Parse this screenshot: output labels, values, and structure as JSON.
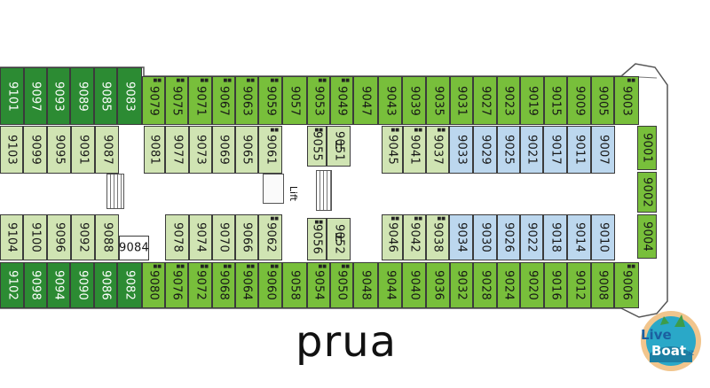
{
  "deck": {
    "bow_label": "prua",
    "lift_label": "Lift",
    "watermark": "LiveBoat.it",
    "colors": {
      "outer_aft": "#2c8b33",
      "outer_cabin": "#78bf3b",
      "inner_cabin": "#d0e4b3",
      "suite_cabin": "#bcd7ee"
    },
    "cabins": [
      {
        "number": "9101",
        "row": "top",
        "style": "dark"
      },
      {
        "number": "9097",
        "row": "top",
        "style": "dark"
      },
      {
        "number": "9093",
        "row": "top",
        "style": "dark"
      },
      {
        "number": "9089",
        "row": "top",
        "style": "dark"
      },
      {
        "number": "9085",
        "row": "top",
        "style": "dark"
      },
      {
        "number": "9083",
        "row": "top",
        "style": "dark"
      },
      {
        "number": "9079",
        "row": "top",
        "style": "mid",
        "marks": 2
      },
      {
        "number": "9075",
        "row": "top",
        "style": "mid",
        "marks": 2
      },
      {
        "number": "9071",
        "row": "top",
        "style": "mid",
        "marks": 2
      },
      {
        "number": "9067",
        "row": "top",
        "style": "mid",
        "marks": 2
      },
      {
        "number": "9063",
        "row": "top",
        "style": "mid",
        "marks": 2
      },
      {
        "number": "9059",
        "row": "top",
        "style": "mid",
        "marks": 2
      },
      {
        "number": "9057",
        "row": "top",
        "style": "mid"
      },
      {
        "number": "9053",
        "row": "top",
        "style": "mid",
        "marks": 2
      },
      {
        "number": "9049",
        "row": "top",
        "style": "mid",
        "marks": 2
      },
      {
        "number": "9047",
        "row": "top",
        "style": "mid"
      },
      {
        "number": "9043",
        "row": "top",
        "style": "mid"
      },
      {
        "number": "9039",
        "row": "top",
        "style": "mid"
      },
      {
        "number": "9035",
        "row": "top",
        "style": "mid"
      },
      {
        "number": "9031",
        "row": "top",
        "style": "mid"
      },
      {
        "number": "9027",
        "row": "top",
        "style": "mid"
      },
      {
        "number": "9023",
        "row": "top",
        "style": "mid"
      },
      {
        "number": "9019",
        "row": "top",
        "style": "mid"
      },
      {
        "number": "9015",
        "row": "top",
        "style": "mid"
      },
      {
        "number": "9009",
        "row": "top",
        "style": "mid"
      },
      {
        "number": "9005",
        "row": "top",
        "style": "mid"
      },
      {
        "number": "9003",
        "row": "top",
        "style": "mid",
        "marks": 2
      },
      {
        "number": "9103",
        "row": "inner_top",
        "style": "light"
      },
      {
        "number": "9099",
        "row": "inner_top",
        "style": "light"
      },
      {
        "number": "9095",
        "row": "inner_top",
        "style": "light"
      },
      {
        "number": "9091",
        "row": "inner_top",
        "style": "light"
      },
      {
        "number": "9087",
        "row": "inner_top",
        "style": "light"
      },
      {
        "number": "9081",
        "row": "inner_top",
        "style": "light"
      },
      {
        "number": "9077",
        "row": "inner_top",
        "style": "light"
      },
      {
        "number": "9073",
        "row": "inner_top",
        "style": "light"
      },
      {
        "number": "9069",
        "row": "inner_top",
        "style": "light"
      },
      {
        "number": "9065",
        "row": "inner_top",
        "style": "light"
      },
      {
        "number": "9061",
        "row": "inner_top",
        "style": "light",
        "marks": 2
      },
      {
        "number": "9055",
        "row": "inner_top",
        "style": "light",
        "marks": 2
      },
      {
        "number": "9051",
        "row": "inner_top",
        "style": "light",
        "h": "H"
      },
      {
        "number": "9045",
        "row": "inner_top",
        "style": "light",
        "marks": 2
      },
      {
        "number": "9041",
        "row": "inner_top",
        "style": "light",
        "marks": 2
      },
      {
        "number": "9037",
        "row": "inner_top",
        "style": "light",
        "marks": 2
      },
      {
        "number": "9033",
        "row": "inner_top",
        "style": "blue"
      },
      {
        "number": "9029",
        "row": "inner_top",
        "style": "blue"
      },
      {
        "number": "9025",
        "row": "inner_top",
        "style": "blue"
      },
      {
        "number": "9021",
        "row": "inner_top",
        "style": "blue"
      },
      {
        "number": "9017",
        "row": "inner_top",
        "style": "blue"
      },
      {
        "number": "9011",
        "row": "inner_top",
        "style": "blue"
      },
      {
        "number": "9007",
        "row": "inner_top",
        "style": "blue"
      },
      {
        "number": "9104",
        "row": "inner_bottom",
        "style": "light"
      },
      {
        "number": "9100",
        "row": "inner_bottom",
        "style": "light"
      },
      {
        "number": "9096",
        "row": "inner_bottom",
        "style": "light"
      },
      {
        "number": "9092",
        "row": "inner_bottom",
        "style": "light"
      },
      {
        "number": "9088",
        "row": "inner_bottom",
        "style": "light"
      },
      {
        "number": "9084",
        "row": "inner_bottom",
        "style": "white",
        "horizontal": true
      },
      {
        "number": "9078",
        "row": "inner_bottom",
        "style": "light"
      },
      {
        "number": "9074",
        "row": "inner_bottom",
        "style": "light"
      },
      {
        "number": "9070",
        "row": "inner_bottom",
        "style": "light"
      },
      {
        "number": "9066",
        "row": "inner_bottom",
        "style": "light"
      },
      {
        "number": "9062",
        "row": "inner_bottom",
        "style": "light",
        "marks": 2
      },
      {
        "number": "9056",
        "row": "inner_bottom",
        "style": "light",
        "marks": 2
      },
      {
        "number": "9052",
        "row": "inner_bottom",
        "style": "light",
        "h": "H"
      },
      {
        "number": "9046",
        "row": "inner_bottom",
        "style": "light",
        "marks": 2
      },
      {
        "number": "9042",
        "row": "inner_bottom",
        "style": "light",
        "marks": 2
      },
      {
        "number": "9038",
        "row": "inner_bottom",
        "style": "light",
        "marks": 2
      },
      {
        "number": "9034",
        "row": "inner_bottom",
        "style": "blue"
      },
      {
        "number": "9030",
        "row": "inner_bottom",
        "style": "blue"
      },
      {
        "number": "9026",
        "row": "inner_bottom",
        "style": "blue"
      },
      {
        "number": "9022",
        "row": "inner_bottom",
        "style": "blue"
      },
      {
        "number": "9018",
        "row": "inner_bottom",
        "style": "blue"
      },
      {
        "number": "9014",
        "row": "inner_bottom",
        "style": "blue"
      },
      {
        "number": "9010",
        "row": "inner_bottom",
        "style": "blue"
      },
      {
        "number": "9102",
        "row": "bottom",
        "style": "dark"
      },
      {
        "number": "9098",
        "row": "bottom",
        "style": "dark"
      },
      {
        "number": "9094",
        "row": "bottom",
        "style": "dark"
      },
      {
        "number": "9090",
        "row": "bottom",
        "style": "dark"
      },
      {
        "number": "9086",
        "row": "bottom",
        "style": "dark"
      },
      {
        "number": "9082",
        "row": "bottom",
        "style": "dark"
      },
      {
        "number": "9080",
        "row": "bottom",
        "style": "mid",
        "marks": 2
      },
      {
        "number": "9076",
        "row": "bottom",
        "style": "mid",
        "marks": 2
      },
      {
        "number": "9072",
        "row": "bottom",
        "style": "mid",
        "marks": 2
      },
      {
        "number": "9068",
        "row": "bottom",
        "style": "mid",
        "marks": 2
      },
      {
        "number": "9064",
        "row": "bottom",
        "style": "mid",
        "marks": 2
      },
      {
        "number": "9060",
        "row": "bottom",
        "style": "mid",
        "marks": 2
      },
      {
        "number": "9058",
        "row": "bottom",
        "style": "mid"
      },
      {
        "number": "9054",
        "row": "bottom",
        "style": "mid",
        "marks": 2
      },
      {
        "number": "9050",
        "row": "bottom",
        "style": "mid",
        "marks": 2
      },
      {
        "number": "9048",
        "row": "bottom",
        "style": "mid"
      },
      {
        "number": "9044",
        "row": "bottom",
        "style": "mid"
      },
      {
        "number": "9040",
        "row": "bottom",
        "style": "mid"
      },
      {
        "number": "9036",
        "row": "bottom",
        "style": "mid"
      },
      {
        "number": "9032",
        "row": "bottom",
        "style": "mid"
      },
      {
        "number": "9028",
        "row": "bottom",
        "style": "mid"
      },
      {
        "number": "9024",
        "row": "bottom",
        "style": "mid"
      },
      {
        "number": "9020",
        "row": "bottom",
        "style": "mid"
      },
      {
        "number": "9016",
        "row": "bottom",
        "style": "mid"
      },
      {
        "number": "9012",
        "row": "bottom",
        "style": "mid"
      },
      {
        "number": "9008",
        "row": "bottom",
        "style": "mid"
      },
      {
        "number": "9006",
        "row": "bottom",
        "style": "mid",
        "marks": 2
      },
      {
        "number": "9001",
        "row": "bow",
        "style": "mid"
      },
      {
        "number": "9002",
        "row": "bow",
        "style": "mid"
      },
      {
        "number": "9004",
        "row": "bow",
        "style": "mid"
      }
    ]
  }
}
